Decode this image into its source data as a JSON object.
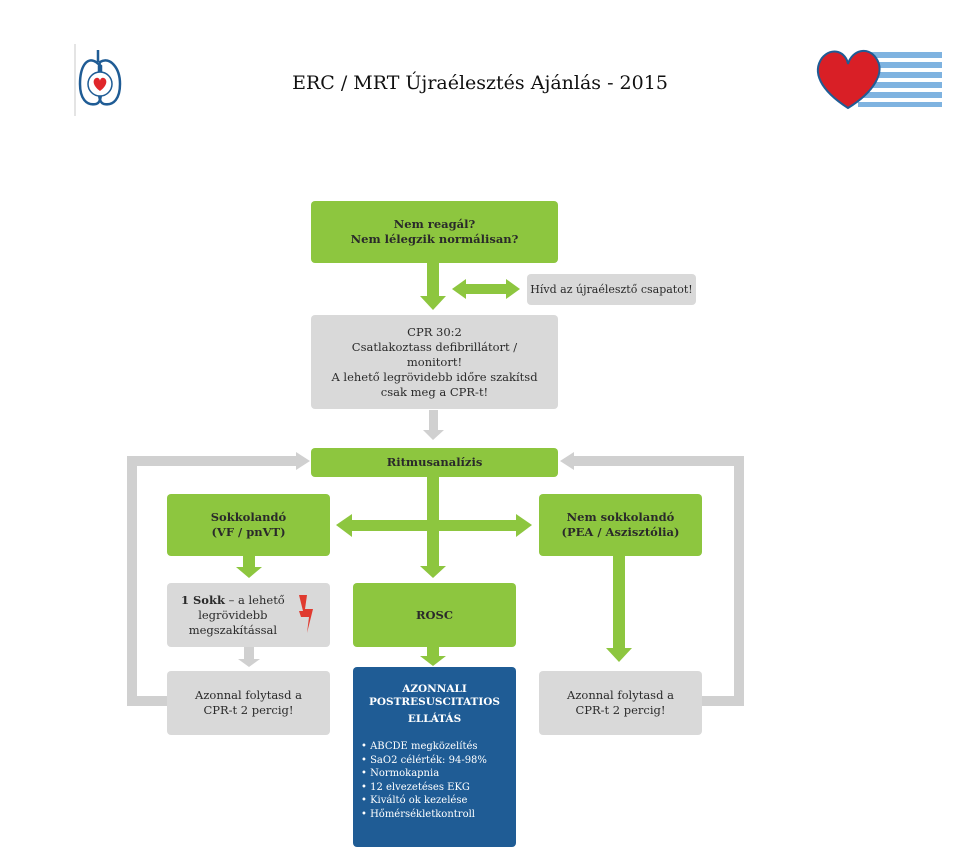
{
  "header": {
    "title": "ERC / MRT Újraélesztés Ajánlás - 2015"
  },
  "colors": {
    "green": "#8dc63f",
    "gray": "#d9d9d9",
    "blue": "#1f5c95",
    "arrow_gray": "#d0d0d0",
    "bolt_red": "#e03a2f"
  },
  "nodes": {
    "start": {
      "line1": "Nem reagál?",
      "line2": "Nem lélegzik normálisan?"
    },
    "call_team": {
      "text": "Hívd az újraélesztő csapatot!"
    },
    "cpr": {
      "line1": "CPR 30:2",
      "line2": "Csatlakoztass defibrillátort /",
      "line3": "monitort!",
      "line4": "A lehető legrövidebb időre szakítsd",
      "line5": "csak meg a CPR-t!"
    },
    "rhythm": {
      "text": "Ritmusanalízis"
    },
    "shockable": {
      "line1": "Sokkolandó",
      "line2": "(VF / pnVT)"
    },
    "non_shockable": {
      "line1": "Nem sokkolandó",
      "line2": "(PEA / Aszisztólia)"
    },
    "shock": {
      "bold": "1 Sokk",
      "rest1": " – a lehető",
      "line2": "legrövidebb",
      "line3": "megszakítással"
    },
    "rosc": {
      "text": "ROSC"
    },
    "resume_left": {
      "line1": "Azonnal folytasd a",
      "line2": "CPR-t 2 percig!"
    },
    "resume_right": {
      "line1": "Azonnal folytasd a",
      "line2": "CPR-t 2 percig!"
    },
    "post": {
      "heading1": "AZONNALI",
      "heading2": "POSTRESUSCITATIOS",
      "heading3": "ELLÁTÁS",
      "items": [
        "• ABCDE megközelítés",
        "• SaO2 célérték: 94-98%",
        "• Normokapnia",
        "• 12 elvezetéses EKG",
        "• Kiváltó ok kezelése",
        "• Hőmérsékletkontroll"
      ]
    }
  },
  "icons": {
    "left_logo": "lungs-heart-icon",
    "right_logo": "heart-stripes-icon",
    "shock": "lightning-bolt-icon"
  }
}
